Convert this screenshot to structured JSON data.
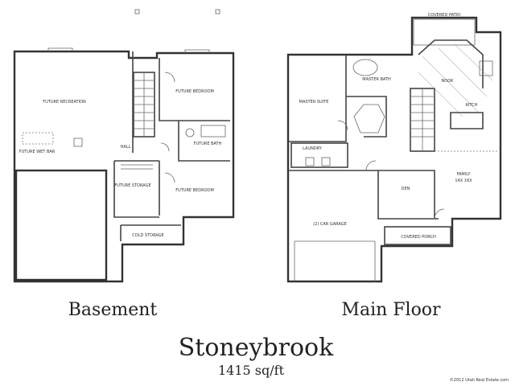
{
  "plan": {
    "title": "Stoneybrook",
    "area": "1415 sq/ft",
    "copyright": "©2012 Utah Real Estate.com"
  },
  "basement": {
    "caption": "Basement",
    "rooms": {
      "future_recreation": "FUTURE RECREATION",
      "future_bedroom_1": "FUTURE BEDROOM",
      "future_bedroom_2": "FUTURE BEDROOM",
      "future_bath": "FUTURE BATH",
      "future_storage": "FUTURE STORAGE",
      "cold_storage": "COLD STORAGE",
      "hall": "HALL",
      "future_wet_bar": "FUTURE WET BAR"
    }
  },
  "main_floor": {
    "caption": "Main Floor",
    "rooms": {
      "covered_patio": "COVERED PATIO",
      "master_suite": "MASTER SUITE",
      "master_bath": "MASTER BATH",
      "nook": "NOOK",
      "kitch": "KITCH",
      "family": "FAMILY",
      "family_dim": "14X 16X",
      "laundry": "LAUNDRY",
      "den": "DEN",
      "garage": "(2) CAR GARAGE",
      "covered_porch": "COVERED PORCH"
    }
  }
}
